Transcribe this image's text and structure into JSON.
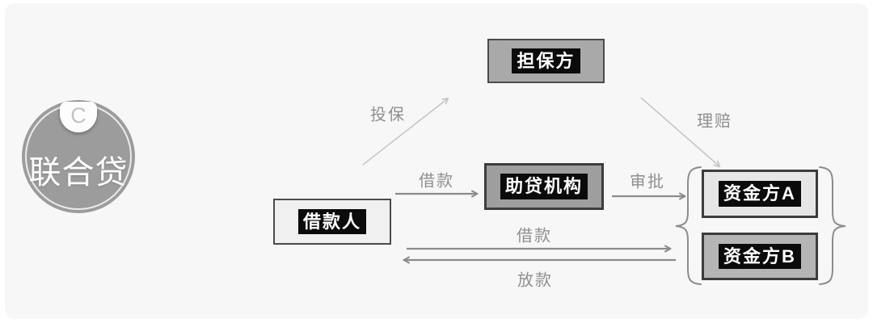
{
  "brand": {
    "badge_letter": "C",
    "title": "联合贷"
  },
  "nodes": [
    {
      "id": "guarantor",
      "label": "担保方"
    },
    {
      "id": "borrower",
      "label": "借款人"
    },
    {
      "id": "facilitator",
      "label": "助贷机构"
    },
    {
      "id": "funder-a",
      "label": "资金方A"
    },
    {
      "id": "funder-b",
      "label": "资金方B"
    }
  ],
  "edges": [
    {
      "id": "insure",
      "label": "投保",
      "from": "借款人",
      "to": "担保方"
    },
    {
      "id": "claim",
      "label": "理赔",
      "from": "担保方",
      "to": "资金方A"
    },
    {
      "id": "borrow-top",
      "label": "借款",
      "from": "借款人",
      "to": "助贷机构"
    },
    {
      "id": "approve",
      "label": "审批",
      "from": "助贷机构",
      "to": "资金方"
    },
    {
      "id": "borrow-bottom",
      "label": "借款",
      "from": "借款人",
      "to": "资金方"
    },
    {
      "id": "disburse",
      "label": "放款",
      "from": "资金方",
      "to": "借款人"
    }
  ],
  "colors": {
    "canvas_bg": "#f7f7f7",
    "brand_circle": "#9c9c9c",
    "node_dark_fill": "#9e9e9e",
    "node_light_fill": "#f0f0f0",
    "funder_a_fill": "#e6e6e6",
    "funder_b_fill": "#b5b5b5",
    "node_border": "#3c3c3c",
    "label_highlight_bg": "#0b0b0b",
    "label_highlight_text": "#ffffff",
    "arrow_dark": "#8b8b8b",
    "arrow_light": "#c6c6c6",
    "edge_label_text": "#8f8f8f"
  }
}
